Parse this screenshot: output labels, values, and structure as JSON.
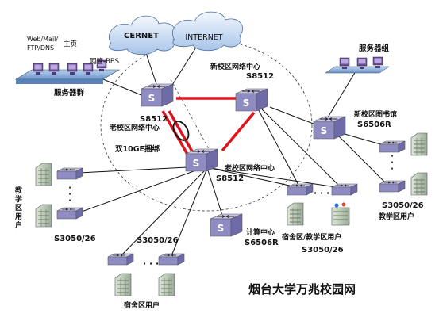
{
  "title": "烟台大学万兆校园网",
  "clouds": {
    "cernet": "CERNET",
    "internet": "INTERNET"
  },
  "server_farm": {
    "label": "服务器群",
    "web_mail": "Web/Mail/",
    "ftp_dns": "FTP/DNS",
    "homepage": "主页",
    "bbs": "网管-BBS"
  },
  "server_group": {
    "label": "服务器组"
  },
  "core_old": {
    "model": "S8512",
    "label": "老校区网络中心"
  },
  "core_new": {
    "model": "S8512",
    "label": "新校区网络中心"
  },
  "core_old2": {
    "model": "S8512",
    "label": "老校区网络中心"
  },
  "bundle_label": "双10GE捆绑",
  "library": {
    "label": "新校区图书馆",
    "model": "S6506R"
  },
  "computing": {
    "label": "计算中心",
    "model": "S6506R"
  },
  "teaching_left": {
    "label": "教学区用户",
    "model": "S3050/26"
  },
  "dorm_left": {
    "label": "宿舍区用户",
    "model": "S3050/26"
  },
  "dorm_mid": {
    "label": "宿舍区/教学区用户",
    "model": "S3050/26"
  },
  "teaching_right": {
    "label": "教学区用户",
    "model": "S3050/26"
  },
  "colors": {
    "switch_top": "#c9c6e6",
    "switch_front": "#8f8cc4",
    "switch_side": "#6f6aa8",
    "red_link": "#e0141e"
  }
}
